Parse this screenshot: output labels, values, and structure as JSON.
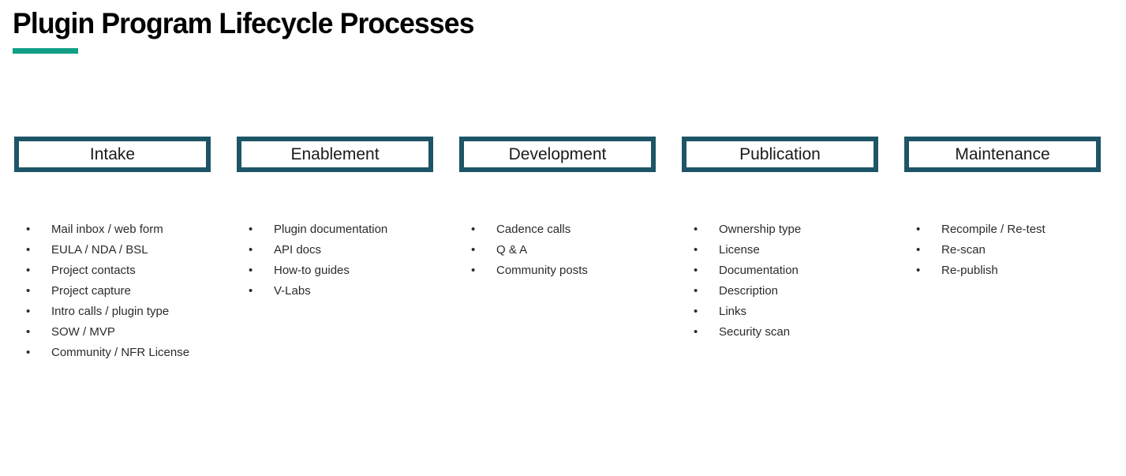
{
  "slide": {
    "title": "Plugin Program Lifecycle Processes",
    "accent_color": "#11a086",
    "border_color": "#1d5567",
    "text_color": "#2b2b2b",
    "background_color": "#ffffff",
    "bullet_glyph": "•"
  },
  "stages": [
    {
      "header": "Intake",
      "items": [
        "Mail inbox / web form",
        "EULA / NDA / BSL",
        "Project contacts",
        "Project capture",
        "Intro calls / plugin type",
        "SOW / MVP",
        "Community / NFR License"
      ]
    },
    {
      "header": "Enablement",
      "items": [
        "Plugin documentation",
        "API docs",
        "How-to guides",
        "V-Labs"
      ]
    },
    {
      "header": "Development",
      "items": [
        "Cadence calls",
        "Q & A",
        "Community posts"
      ]
    },
    {
      "header": "Publication",
      "items": [
        "Ownership type",
        "License",
        "Documentation",
        "Description",
        "Links",
        "Security scan"
      ]
    },
    {
      "header": "Maintenance",
      "items": [
        "Recompile / Re-test",
        "Re-scan",
        "Re-publish"
      ]
    }
  ]
}
